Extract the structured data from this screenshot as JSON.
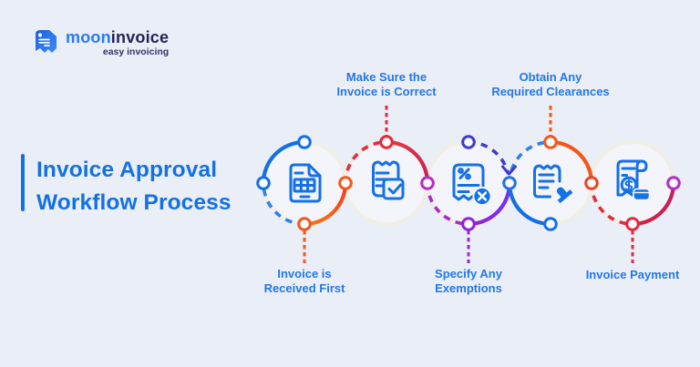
{
  "logo": {
    "brand_primary": "moon",
    "brand_secondary": "invoice",
    "tagline": "easy invoicing"
  },
  "title": {
    "line1": "Invoice Approval",
    "line2": "Workflow Process"
  },
  "steps": [
    {
      "name": "invoice-received",
      "icon": "invoice-document-icon",
      "label_position": "below",
      "lines": [
        "Invoice is",
        "Received First"
      ]
    },
    {
      "name": "invoice-correct",
      "icon": "receipt-checkmark-icon",
      "label_position": "above",
      "lines": [
        "Make Sure the",
        "Invoice is Correct"
      ]
    },
    {
      "name": "specify-exemptions",
      "icon": "receipt-percent-x-icon",
      "label_position": "below",
      "lines": [
        "Specify Any",
        "Exemptions"
      ]
    },
    {
      "name": "obtain-clearances",
      "icon": "clipboard-stamp-icon",
      "label_position": "above",
      "lines": [
        "Obtain Any",
        "Required Clearances"
      ]
    },
    {
      "name": "invoice-payment",
      "icon": "receipt-dollar-card-icon",
      "label_position": "below",
      "lines": [
        "Invoice Payment"
      ]
    }
  ],
  "colors": {
    "background": "#eaeef6",
    "brand_blue": "#2979f8",
    "navy": "#232358",
    "accent_blue": "#1371e3",
    "accent_orange": "#f4571c",
    "accent_red": "#e32b3d",
    "accent_crimson": "#d02052",
    "accent_purple": "#8e24d8",
    "accent_magenta": "#b62cc4",
    "accent_indigo": "#3c3cce",
    "label_blue": "#2577e9",
    "ring": "#f1eee6",
    "circle_fill": "#f3f5fa"
  }
}
